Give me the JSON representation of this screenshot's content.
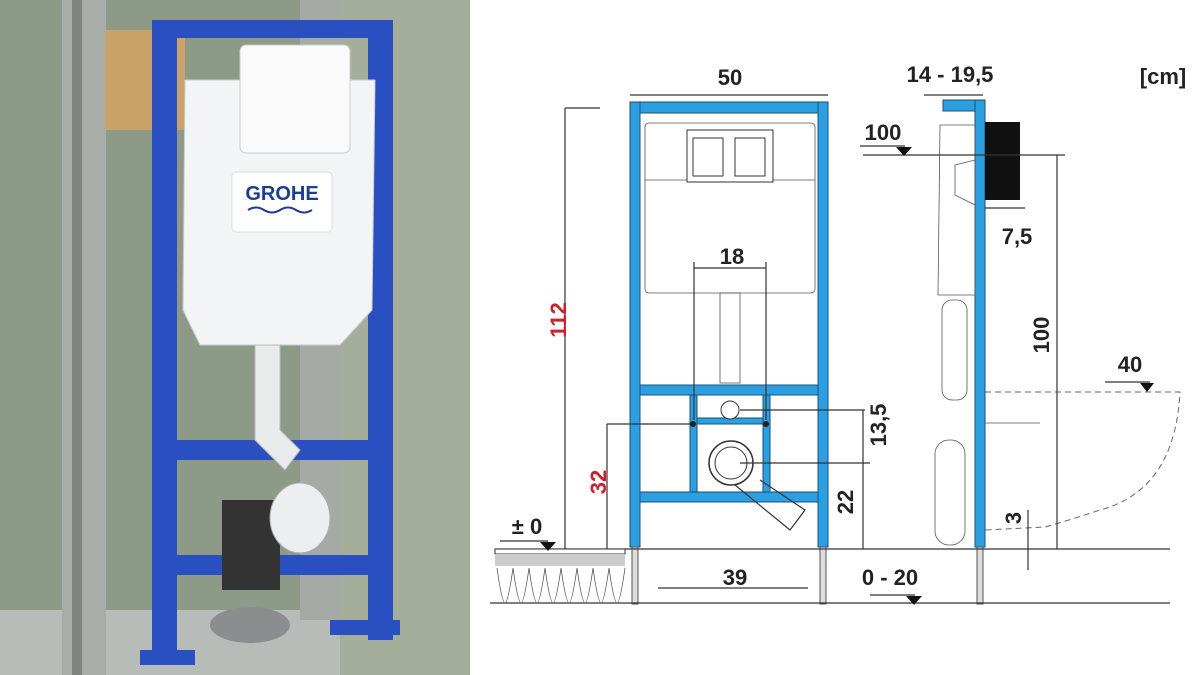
{
  "photo": {
    "brand_logo": "GROHE",
    "colors": {
      "frame": "#2a4fc0",
      "wall": "#8d9a86",
      "cistern": "#f2f4f6"
    }
  },
  "drawing": {
    "unit_label": "[cm]",
    "dimensions": {
      "frame_width": "50",
      "depth_range": "14 - 19,5",
      "flush_height": "100",
      "plate_depth": "7,5",
      "bolt_spacing": "18",
      "frame_height": "112",
      "flush_height_side": "100",
      "bowl_height": "40",
      "drain_offset": "13,5",
      "bolt_height": "32",
      "drain_height": "22",
      "gap": "3",
      "floor_level": "± 0",
      "feet_spacing": "39",
      "leg_adjust": "0 - 20"
    },
    "colors": {
      "frame": "#2b9fe0",
      "highlight_dims": "#c8232c"
    }
  }
}
